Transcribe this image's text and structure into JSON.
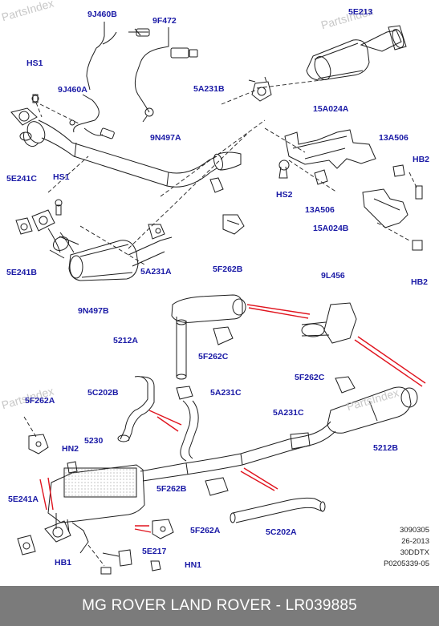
{
  "watermark": "PartsIndex",
  "callouts": {
    "c_9J460B": "9J460B",
    "c_9F472": "9F472",
    "c_5E213": "5E213",
    "c_HS1_top": "HS1",
    "c_9J460A": "9J460A",
    "c_5A231B": "5A231B",
    "c_15A024A": "15A024A",
    "c_9N497A": "9N497A",
    "c_13A506_r": "13A506",
    "c_HB2_top": "HB2",
    "c_5E241C": "5E241C",
    "c_HS1_mid": "HS1",
    "c_HS2": "HS2",
    "c_13A506_l": "13A506",
    "c_15A024B": "15A024B",
    "c_5E241B": "5E241B",
    "c_5A231A": "5A231A",
    "c_5F262B_top": "5F262B",
    "c_9N497B": "9N497B",
    "c_HB2_bot": "HB2",
    "c_9L456": "9L456",
    "c_5212A": "5212A",
    "c_5F262C_mid": "5F262C",
    "c_5F262C_right": "5F262C",
    "c_5C202B": "5C202B",
    "c_5A231C_mid": "5A231C",
    "c_5F262A_left": "5F262A",
    "c_5A231C_right": "5A231C",
    "c_5230": "5230",
    "c_HN2": "HN2",
    "c_5212B": "5212B",
    "c_5E241A": "5E241A",
    "c_5F262B_bot": "5F262B",
    "c_5F262A_bot": "5F262A",
    "c_5C202A": "5C202A",
    "c_5E217": "5E217",
    "c_HB1": "HB1",
    "c_HN1": "HN1"
  },
  "meta": [
    "3090305",
    "26-2013",
    "30DDTX",
    "P0205339-05"
  ],
  "footer": {
    "title": "MG ROVER LAND ROVER - LR039885"
  },
  "colors": {
    "callout": "#1a1aa6",
    "highlight": "#e0141e",
    "footer_bg": "#7b7b7b"
  }
}
